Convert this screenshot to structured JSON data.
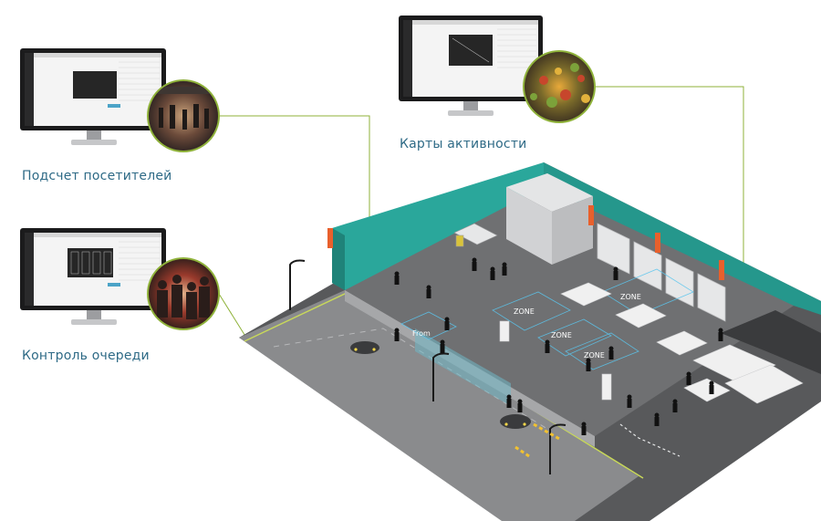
{
  "modules": {
    "people_counting": {
      "label": "Подсчет посетителей"
    },
    "heat_map": {
      "label": "Карты активности"
    },
    "queue_control": {
      "label": "Контроль очереди"
    }
  },
  "floor_plan": {
    "zone_labels": [
      "ZONE",
      "ZONE",
      "ZONE",
      "ZONE"
    ],
    "from_label": "From"
  },
  "colors": {
    "accent_line": "#8fb23a",
    "wall_teal": "#2aa79b",
    "floor": "#6f7072",
    "zone_outline": "#5bc6ee",
    "caption_text": "#2e6a86"
  }
}
